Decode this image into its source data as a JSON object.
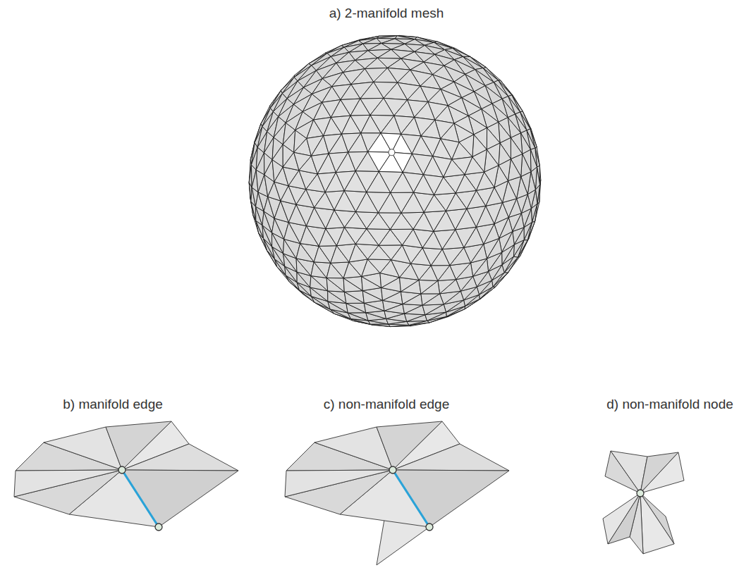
{
  "diagram": {
    "labels": [
      "a) 2-manifold mesh",
      "b) manifold edge",
      "c) non-manifold edge",
      "d) non-manifold node"
    ]
  }
}
